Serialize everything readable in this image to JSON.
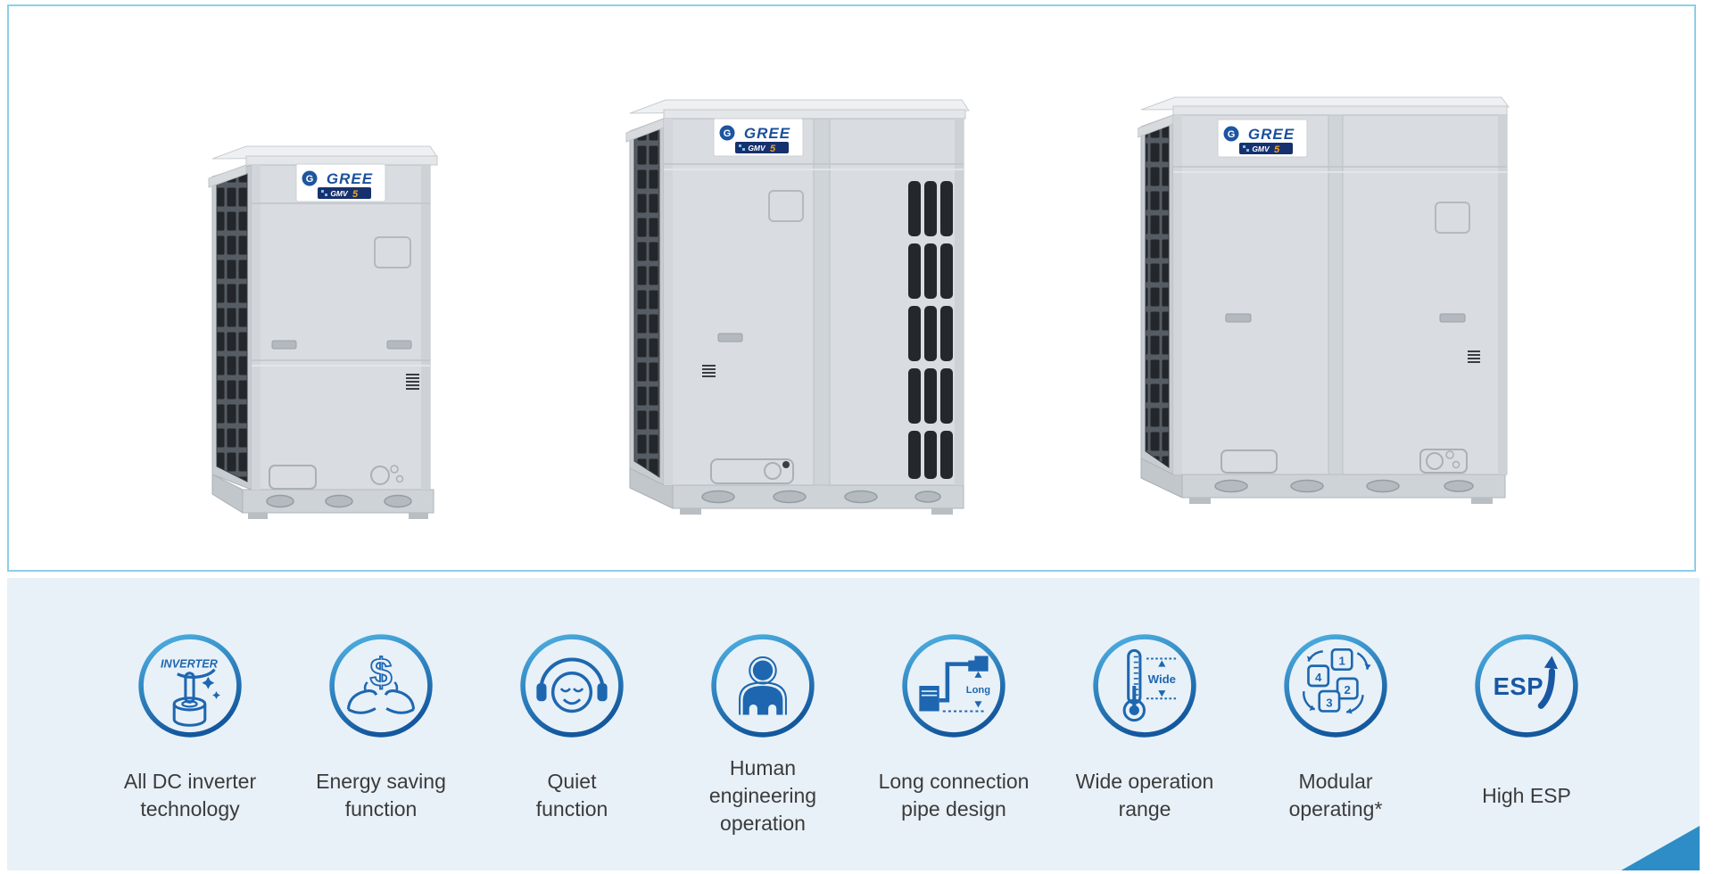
{
  "page": {
    "title": "GREE GMV5 outdoor units product showcase"
  },
  "colors": {
    "showcase_border": "#8ccfe9",
    "features_panel_bg": "#e8f1f8",
    "icon_ring_light": "#4fb3e4",
    "icon_ring_dark": "#14589e",
    "icon_glyph_blue": "#1e67b0",
    "corner_triangle": "#2e8dc6",
    "label_text": "#3b3b3b",
    "gree_logo_blue": "#1b4f9e",
    "badge_navy": "#17316e",
    "badge_orange": "#f6a41d"
  },
  "showcase": {
    "units": [
      {
        "id": "small-outdoor-unit",
        "logo": "GREE",
        "badge_prefix": "GMV",
        "badge_number": "5"
      },
      {
        "id": "medium-outdoor-unit",
        "logo": "GREE",
        "badge_prefix": "GMV",
        "badge_number": "5"
      },
      {
        "id": "large-outdoor-unit",
        "logo": "GREE",
        "badge_prefix": "GMV",
        "badge_number": "5"
      }
    ]
  },
  "features": {
    "items": [
      {
        "label": "All DC inverter technology",
        "icon": "inverter-motor-icon",
        "icon_text": "INVERTER"
      },
      {
        "label": "Energy saving function",
        "icon": "dollar-hands-icon",
        "icon_text": "$"
      },
      {
        "label": "Quiet function",
        "icon": "headphones-smile-icon"
      },
      {
        "label": "Human engineering operation",
        "icon": "person-icon"
      },
      {
        "label": "Long connection pipe design",
        "icon": "long-pipe-icon",
        "icon_text": "Long"
      },
      {
        "label": "Wide operation range",
        "icon": "thermometer-icon",
        "icon_text": "Wide"
      },
      {
        "label": "Modular operating*",
        "icon": "modular-units-icon",
        "n1": "1",
        "n2": "2",
        "n3": "3",
        "n4": "4"
      },
      {
        "label": "High ESP",
        "icon": "esp-arrow-icon",
        "icon_text": "ESP"
      }
    ]
  }
}
